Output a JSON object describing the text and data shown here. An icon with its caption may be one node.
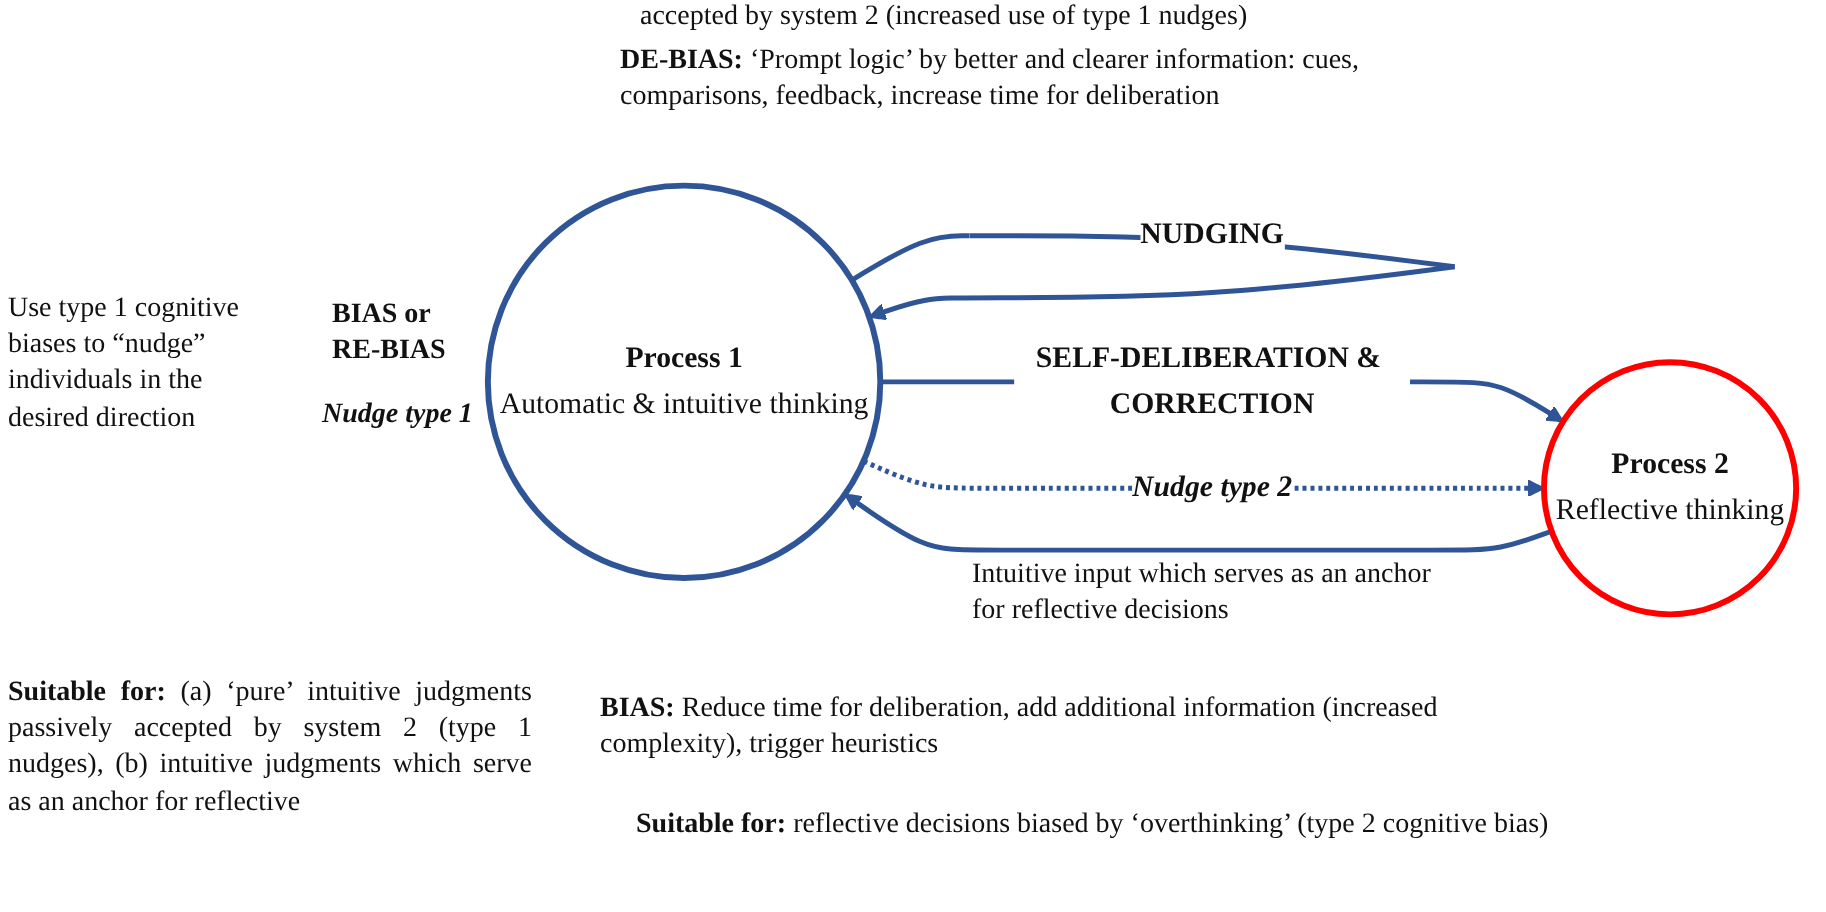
{
  "diagram": {
    "nodes": [
      {
        "text": [
          "Process 1",
          "Automatic & intuitive thinking"
        ]
      },
      {
        "text": [
          "Process 2",
          "Reflective thinking"
        ]
      }
    ],
    "edges": [
      {
        "from": 0,
        "to": 0,
        "arrow": "to",
        "label": "NUDGING"
      },
      {
        "from": 0,
        "to": 1,
        "arrow": "to",
        "label": "SELF-DELIBERATION & CORRECTION"
      },
      {
        "from": 0,
        "to": 1,
        "arrow": "to",
        "label": "Nudge type 2",
        "style": "dashed"
      },
      {
        "from": 1,
        "to": 0,
        "arrow": "to"
      }
    ],
    "labels": [
      "accepted by system 2 (increased use of type 1 nudges)",
      "**DE-BIAS:** ‘Prompt logic’ by better and clearer information: cues, comparisons, feedback, increase time for deliberation",
      "Use type 1 cognitive biases to “nudge” individuals in the desired direction",
      "BIAS or RE-BIAS",
      "Intuitive input which serves as an anchor for reflective decisions",
      "Nudge type 1",
      "**Suitable for:** (a) ‘pure’ intuitive judgments passively accepted by system 2 (type 1 nudges), (b) intuitive judgments which serve as an anchor for reflective",
      "**BIAS:** Reduce time for deliberation, add additional information (increased complexity), trigger heuristics",
      "**Suitable for:** reflective decisions biased by ‘overthinking’ (type 2 cognitive bias)"
    ]
  }
}
